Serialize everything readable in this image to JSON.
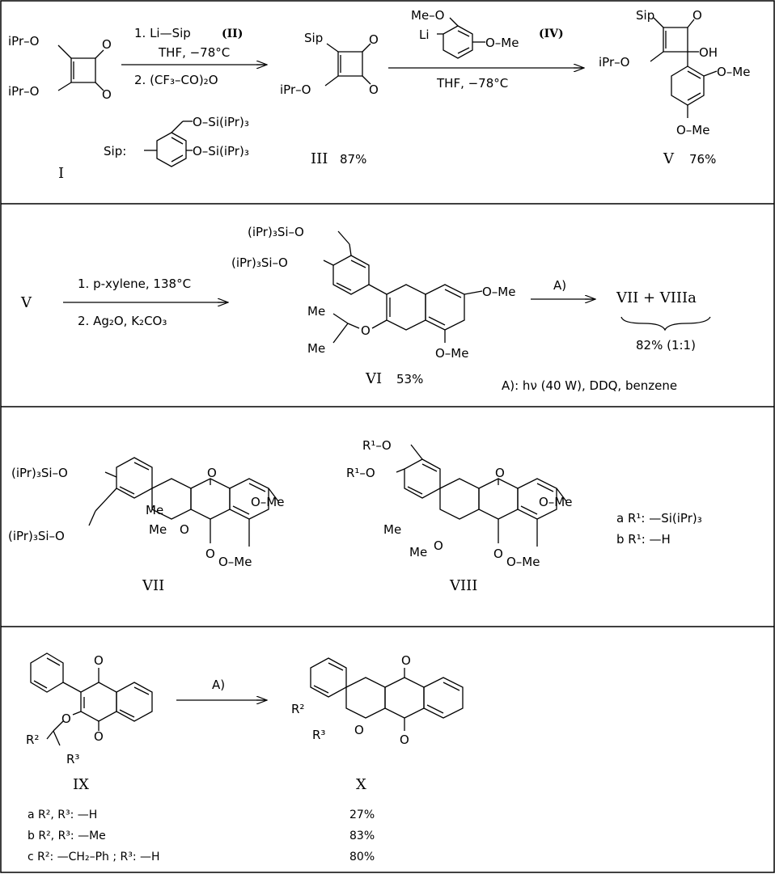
{
  "row1": {
    "cmpd_I": {
      "sub1": "iPr–O",
      "sub2": "iPr–O",
      "o1": "O",
      "o2": "O",
      "label": "I"
    },
    "step1": {
      "line1": "1.  Li—Sip",
      "reagent_tag": "(II)",
      "line2": "THF,  −78°C",
      "line3": "2.  (CF₃–CO)₂O"
    },
    "sip_def": {
      "prefix": "Sip:",
      "sub1": "O–Si(iPr)₃",
      "sub2": "O–Si(iPr)₃"
    },
    "cmpd_III": {
      "sip": "Sip",
      "sub": "iPr–O",
      "o1": "O",
      "o2": "O",
      "label": "III",
      "yield": "87%"
    },
    "step2": {
      "reagent_meo": "Me–O",
      "reagent_li": "Li",
      "reagent_ome": "O–Me",
      "reagent_tag": "(IV)",
      "cond": "THF,   −78°C"
    },
    "cmpd_V": {
      "sip": "Sip",
      "oxo": "O",
      "sub": "iPr–O",
      "oh": "OH",
      "ome1": "O–Me",
      "ome2": "O–Me",
      "label": "V",
      "yield": "76%"
    }
  },
  "row2": {
    "start": "V",
    "step": {
      "line1": "1.  p-xylene,  138°C",
      "line2": "2.  Ag₂O,  K₂CO₃"
    },
    "cmpd_VI": {
      "sub1": "(iPr)₃Si–O",
      "sub2": "(iPr)₃Si–O",
      "ome1": "O–Me",
      "ome2": "O–Me",
      "me1": "Me",
      "me2": "Me",
      "o": "O",
      "label": "VI",
      "yield": "53%"
    },
    "arrow_label": "A)",
    "products": "VII  +  VIIIa",
    "product_yield": "82%  (1:1)",
    "condition_note": "A):  hν  (40 W),  DDQ,  benzene"
  },
  "row3": {
    "cmpd_VII": {
      "sub1": "(iPr)₃Si–O",
      "sub2": "(iPr)₃Si–O",
      "me1": "Me",
      "me2": "Me",
      "o_ring": "O",
      "oxo1": "O",
      "oxo2": "O",
      "ome1": "O–Me",
      "ome2": "O–Me",
      "label": "VII"
    },
    "cmpd_VIII": {
      "sub1": "R¹–O",
      "sub2": "R¹–O",
      "me1": "Me",
      "me2": "Me",
      "o_ring": "O",
      "oxo1": "O",
      "oxo2": "O",
      "ome1": "O–Me",
      "ome2": "O–Me",
      "label": "VIII"
    },
    "r1_defs": {
      "a": "a R¹: —Si(iPr)₃",
      "b": "b R¹: —H"
    }
  },
  "row4": {
    "cmpd_IX": {
      "oxo1": "O",
      "oxo2": "O",
      "o": "O",
      "r2": "R²",
      "r3": "R³",
      "label": "IX"
    },
    "arrow_label": "A)",
    "cmpd_X": {
      "r2": "R²",
      "r3": "R³",
      "o_ring": "O",
      "oxo1": "O",
      "oxo2": "O",
      "label": "X"
    },
    "table": [
      {
        "sub": "a R², R³: —H",
        "yield": "27%"
      },
      {
        "sub": "b R², R³: —Me",
        "yield": "83%"
      },
      {
        "sub": "c R²: —CH₂–Ph ;  R³: —H",
        "yield": "80%"
      }
    ]
  }
}
